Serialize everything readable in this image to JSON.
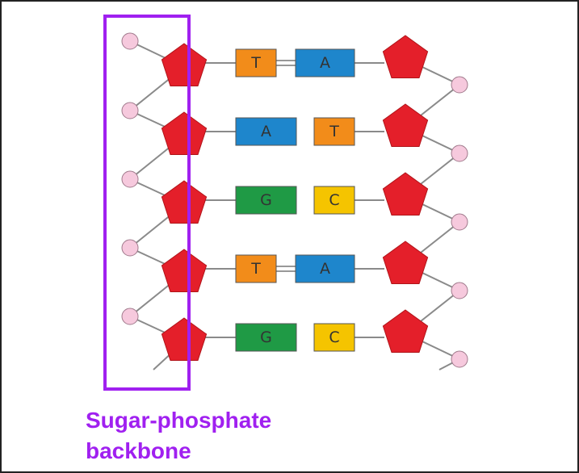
{
  "label": {
    "line1": "Sugar-phosphate",
    "line2": "backbone"
  },
  "colors": {
    "sugar": "#e41f2a",
    "phosphate": "#f6c9dd",
    "bond": "#8a8a8a",
    "highlight": "#a020f0",
    "A": "#1e86cc",
    "T": "#f28c1a",
    "G": "#1f9a45",
    "C": "#f5c400"
  },
  "base_pairs": [
    {
      "left": "T",
      "right": "A"
    },
    {
      "left": "A",
      "right": "T"
    },
    {
      "left": "G",
      "right": "C"
    },
    {
      "left": "T",
      "right": "A"
    },
    {
      "left": "G",
      "right": "C"
    }
  ]
}
